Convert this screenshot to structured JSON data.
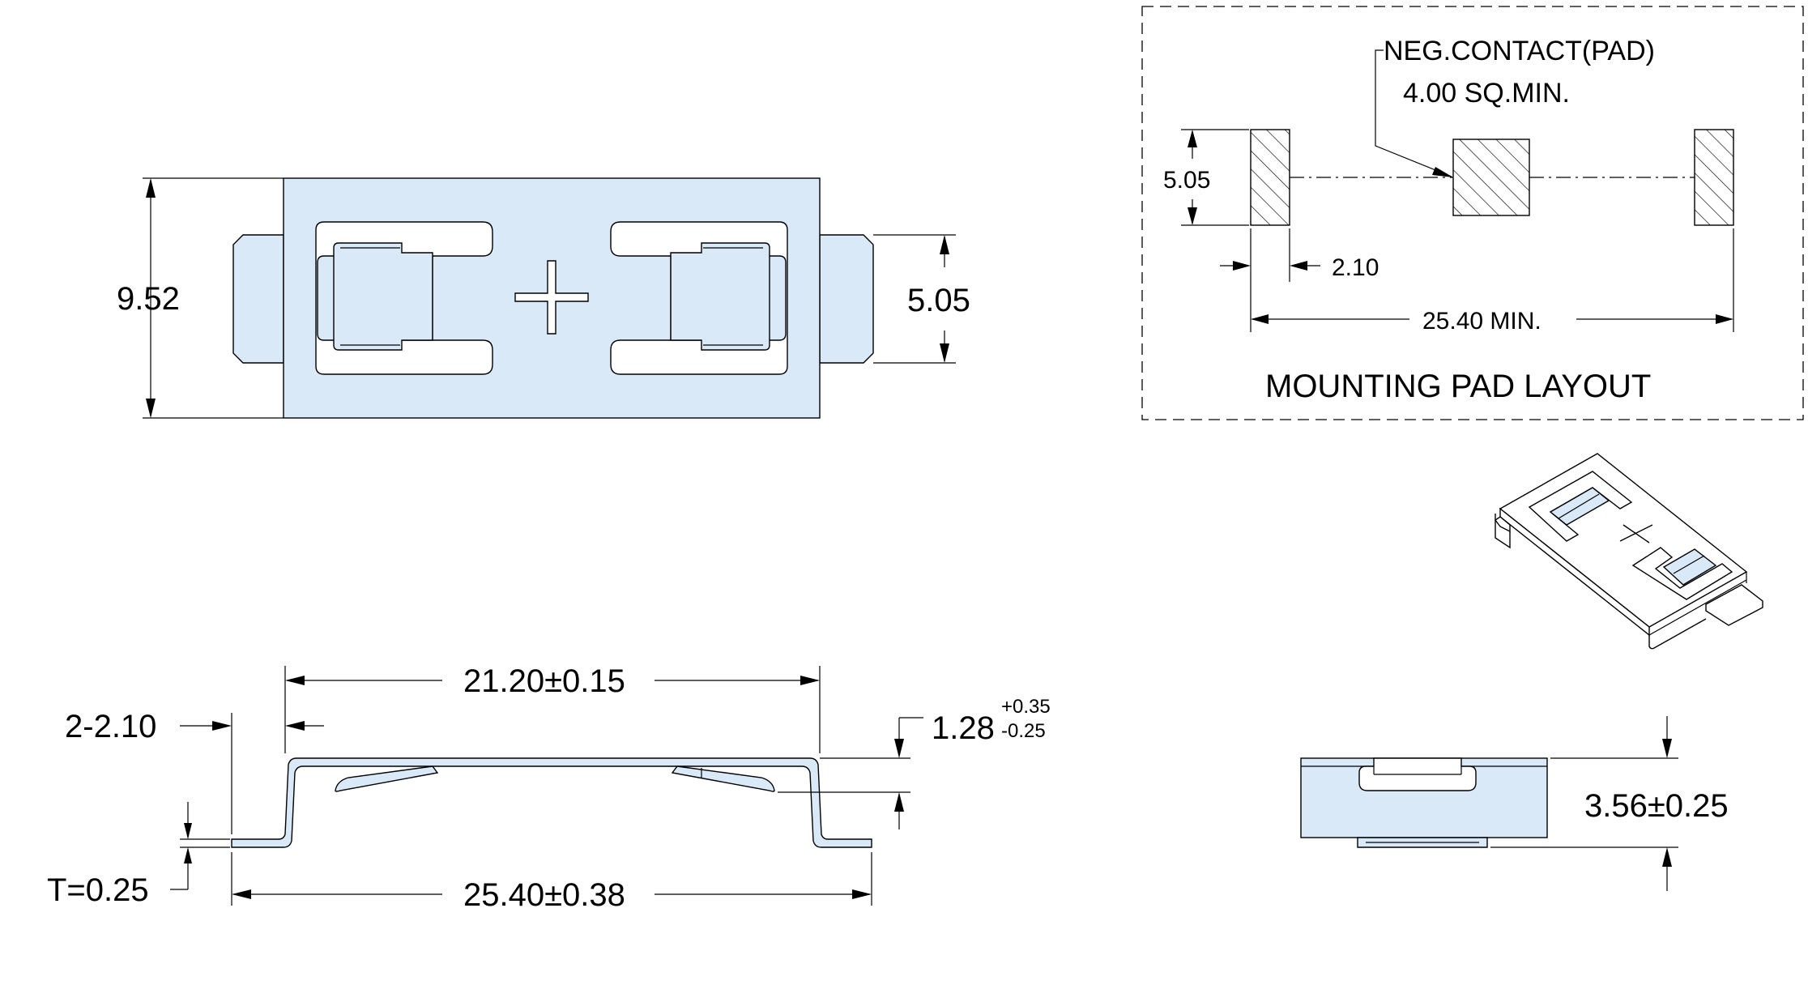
{
  "top_view": {
    "height_dim": "9.52",
    "tab_dim": "5.05"
  },
  "side_view": {
    "width_top_dim": "21.20±0.15",
    "step_dim": "2-2.10",
    "height_main": "1.28",
    "height_tol_plus": "+0.35",
    "height_tol_minus": "-0.25",
    "thickness": "T=0.25",
    "overall_dim": "25.40±0.38"
  },
  "pad_layout": {
    "title": "MOUNTING PAD LAYOUT",
    "neg_contact": "NEG.CONTACT(PAD)",
    "neg_size": "4.00 SQ.MIN.",
    "pad_height": "5.05",
    "pad_width": "2.10",
    "span": "25.40 MIN."
  },
  "end_view": {
    "height_dim": "3.56±0.25"
  }
}
